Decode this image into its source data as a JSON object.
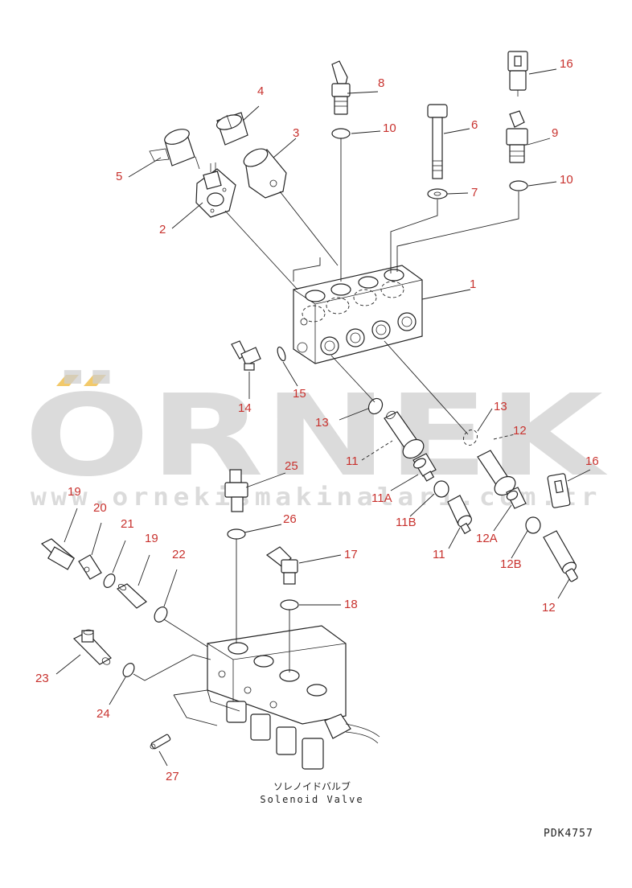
{
  "watermark": {
    "brand": "ÖRNEK",
    "url": "www.ornekismakinalari.com.tr",
    "accent_color": "#f2c96a"
  },
  "caption": {
    "jp": "ソレノイドバルブ",
    "en": "Solenoid Valve"
  },
  "drawing_code": "PDK4757",
  "callout_color": "#c8322e",
  "callouts": {
    "c1": "1",
    "c2": "2",
    "c3": "3",
    "c4": "4",
    "c5": "5",
    "c6": "6",
    "c7": "7",
    "c8": "8",
    "c9": "9",
    "c10a": "10",
    "c10b": "10",
    "c11a": "11",
    "c11b": "11",
    "c11A": "11A",
    "c11B": "11B",
    "c12a": "12",
    "c12b": "12",
    "c12A": "12A",
    "c12B": "12B",
    "c13a": "13",
    "c13b": "13",
    "c14": "14",
    "c15": "15",
    "c16a": "16",
    "c16b": "16",
    "c17": "17",
    "c18": "18",
    "c19a": "19",
    "c19b": "19",
    "c20": "20",
    "c21": "21",
    "c22": "22",
    "c23": "23",
    "c24": "24",
    "c25": "25",
    "c26": "26",
    "c27": "27"
  }
}
